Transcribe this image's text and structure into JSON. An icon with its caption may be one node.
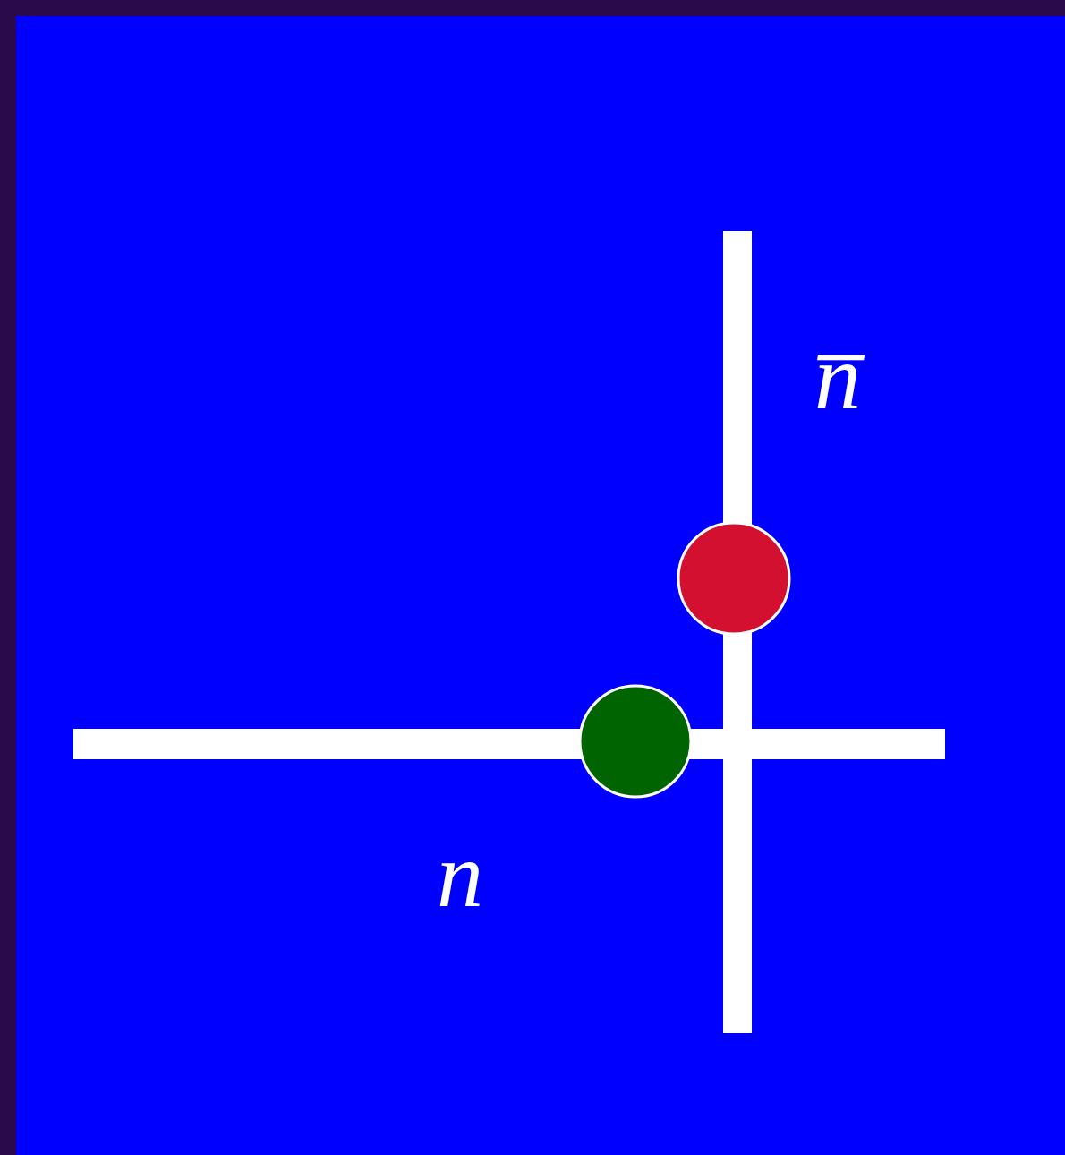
{
  "diagram": {
    "nodes": [
      {
        "text": [],
        "shape": "circle"
      },
      {
        "text": [],
        "shape": "circle"
      }
    ],
    "labels": [
      "n",
      "n̅"
    ]
  }
}
